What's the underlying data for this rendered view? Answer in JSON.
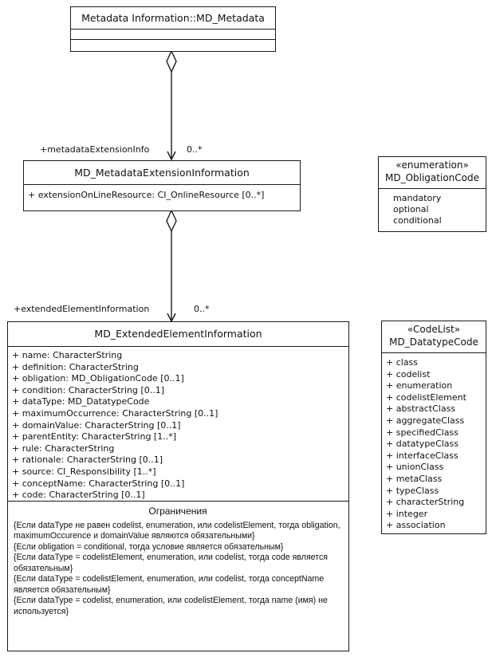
{
  "metadata_box": {
    "title": "Metadata Information::MD_Metadata"
  },
  "rel_upper": {
    "role": "+metadataExtensionInfo",
    "multiplicity": "0..*"
  },
  "ext_box": {
    "title": "MD_MetadataExtensionInformation",
    "attributes": [
      "+ extensionOnLineResource: CI_OnlineResource [0..*]"
    ]
  },
  "rel_lower": {
    "role": "+extendedElementInformation",
    "multiplicity": "0..*"
  },
  "element_box": {
    "title": "MD_ExtendedElementInformation",
    "attributes": [
      "+ name: CharacterString",
      "+ definition: CharacterString",
      "+ obligation: MD_ObligationCode [0..1]",
      "+ condition: CharacterString [0..1]",
      "+ dataType: MD_DatatypeCode",
      "+ maximumOccurrence: CharacterString [0..1]",
      "+ domainValue: CharacterString  [0..1]",
      "+ parentEntity: CharacterString [1..*]",
      "+ rule: CharacterString",
      "+ rationale: CharacterString [0..1]",
      "+ source: CI_Responsibility [1..*]",
      "+ conceptName: CharacterString [0..1]",
      "+ code: CharacterString [0..1]"
    ],
    "constraints_heading": "Ограничения",
    "constraints": [
      "{Если dataType не равен codelist, enumeration, или codelistElement, тогда obligation, maximumOccurence и domainValue являются обязательными}",
      "{Если obligation = conditional, тогда условие является обязательным}",
      "{Если dataType = codelistElement, enumeration, или codelist, тогда code является обязательным}",
      "{Если dataType = codelistElement, enumeration, или codelist, тогда conceptName является обязательным}",
      "{Если dataType = codelist, enumeration, или codelistElement, тогда name (имя) не используется}"
    ]
  },
  "obligation_box": {
    "stereotype": "«enumeration»",
    "title": "MD_ObligationCode",
    "values": [
      "mandatory",
      "optional",
      "conditional"
    ]
  },
  "datatype_box": {
    "stereotype": "«CodeList»",
    "title": "MD_DatatypeCode",
    "values": [
      "+ class",
      "+ codelist",
      "+ enumeration",
      "+ codelistElement",
      "+ abstractClass",
      "+ aggregateClass",
      "+ specifiedClass",
      "+ datatypeClass",
      "+ interfaceClass",
      "+ unionClass",
      "+ metaClass",
      "+ typeClass",
      "+ characterString",
      "+ integer",
      "+ association"
    ]
  }
}
